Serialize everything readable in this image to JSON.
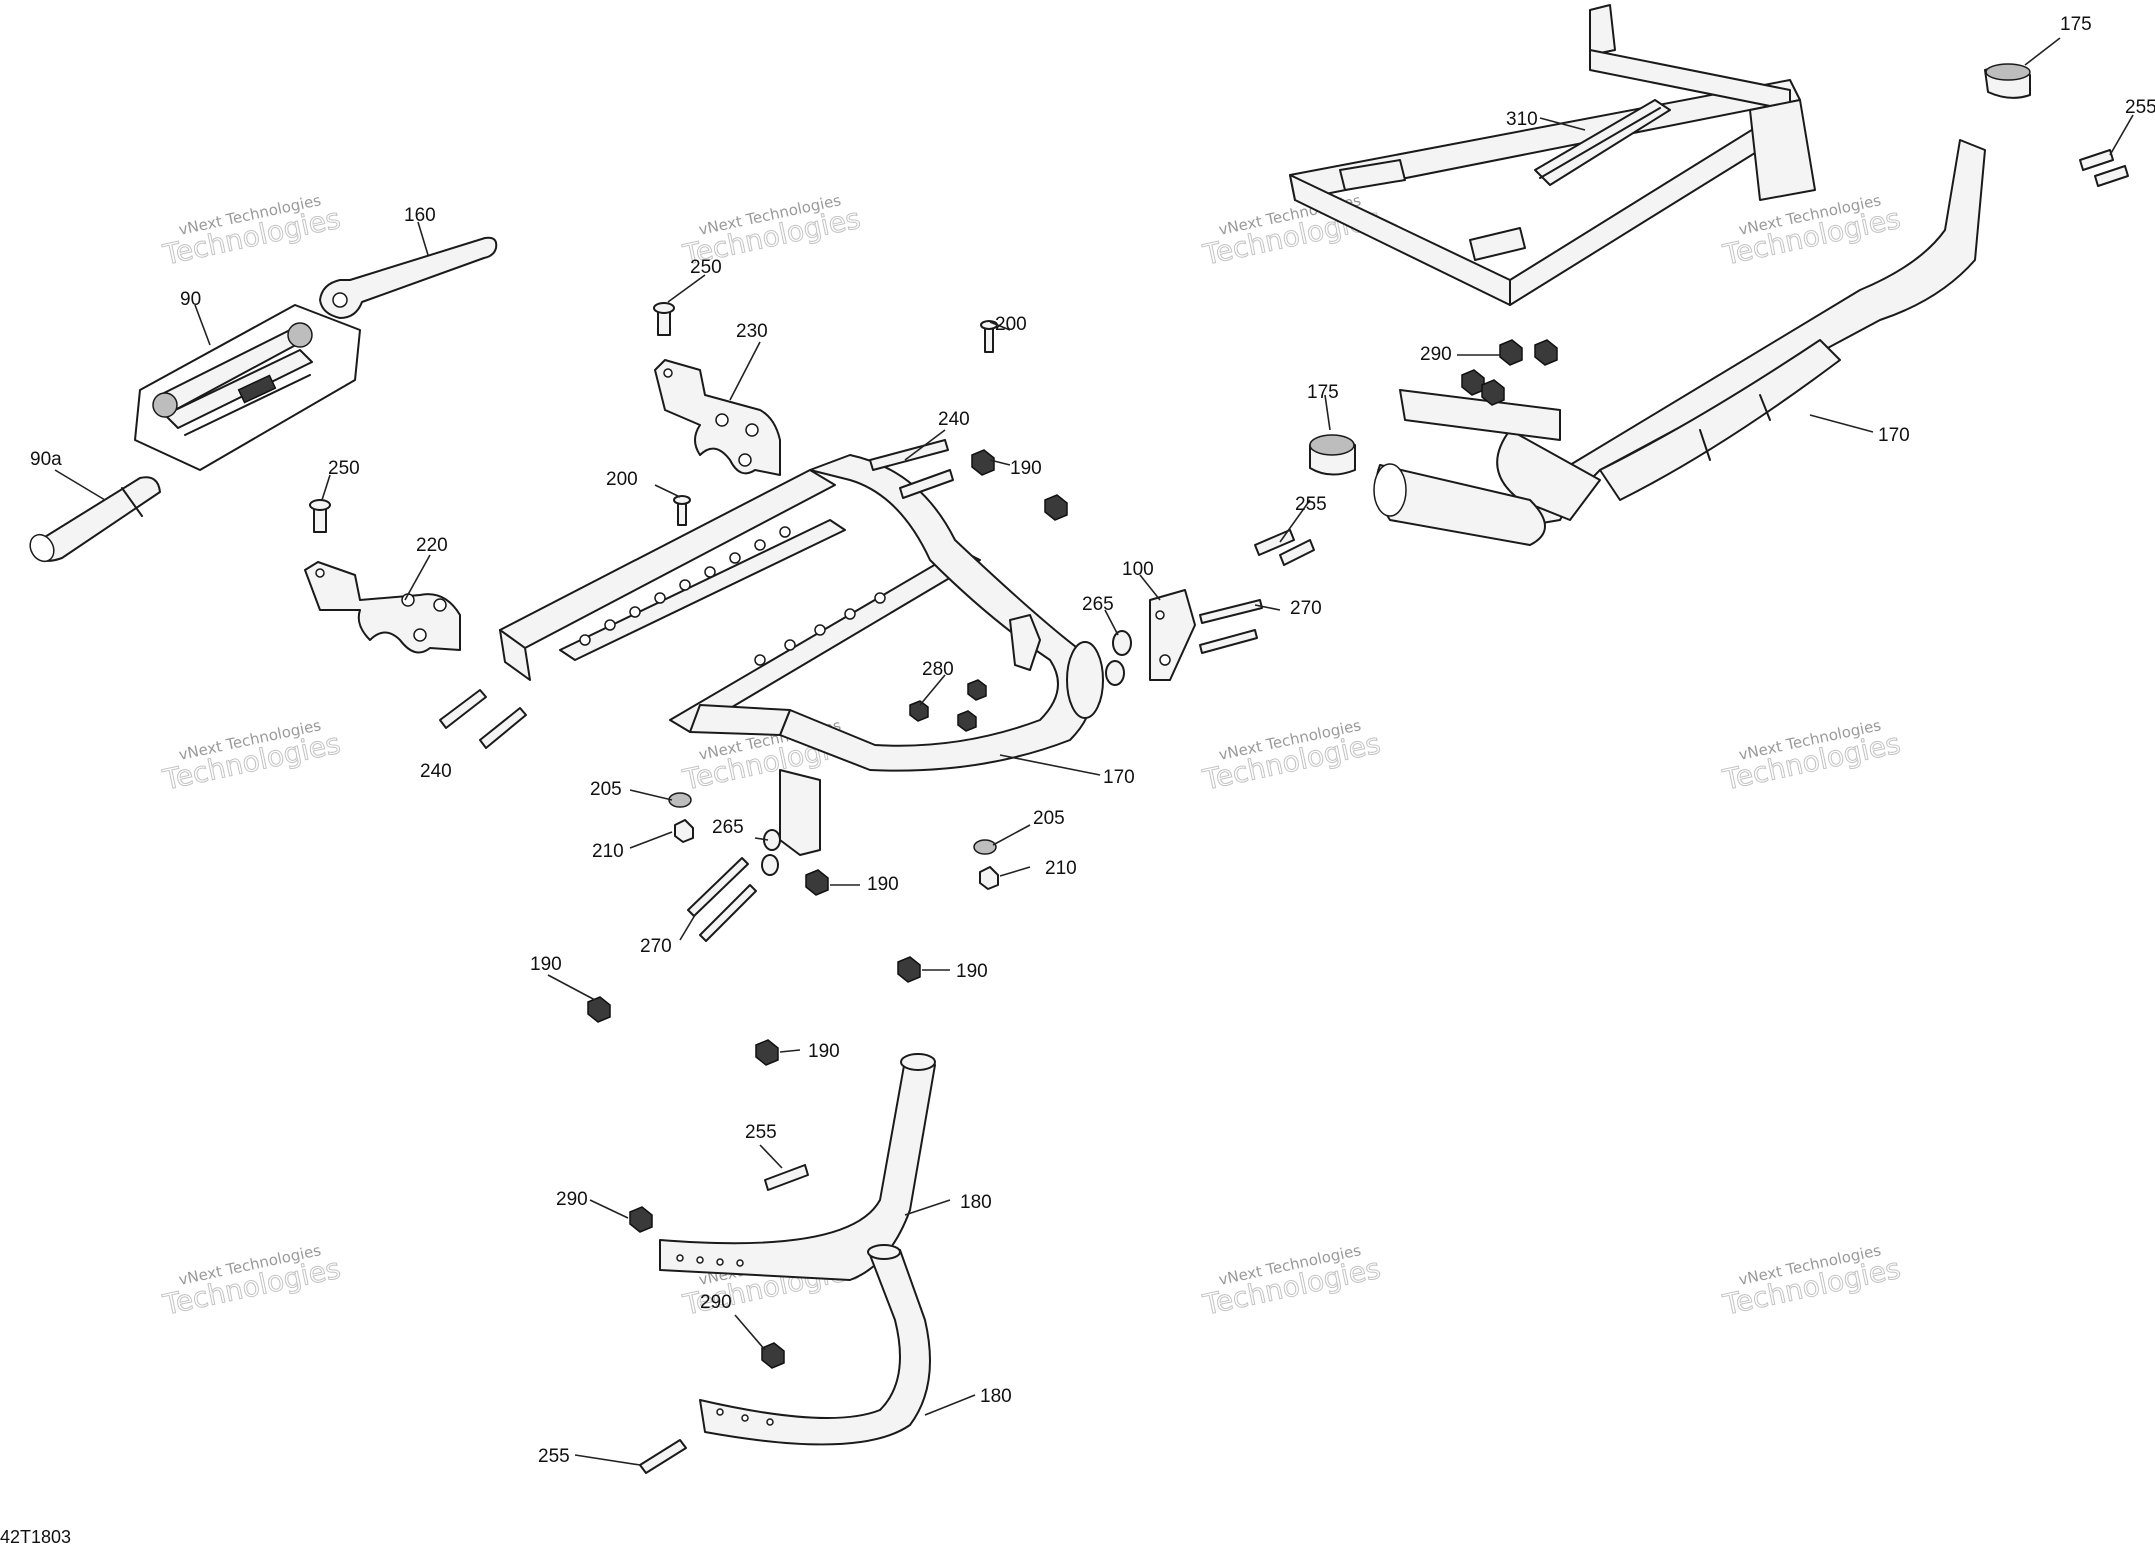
{
  "diagram_code": "42T1803",
  "watermark": {
    "line_small": "vNext Technologies",
    "line_big": "Technologies",
    "line_top": "vNext"
  },
  "callouts": {
    "c160": "160",
    "c90": "90",
    "c90a": "90a",
    "c250a": "250",
    "c250b": "250",
    "c230": "230",
    "c220": "220",
    "c200a": "200",
    "c200b": "200",
    "c240a": "240",
    "c240b": "240",
    "c190a": "190",
    "c190b": "190",
    "c190c": "190",
    "c190d": "190",
    "c190e": "190",
    "c100": "100",
    "c265a": "265",
    "c265b": "265",
    "c270a": "270",
    "c270b": "270",
    "c280": "280",
    "c170a": "170",
    "c170b": "170",
    "c205a": "205",
    "c205b": "205",
    "c210a": "210",
    "c210b": "210",
    "c175a": "175",
    "c175b": "175",
    "c255a": "255",
    "c255b": "255",
    "c255c": "255",
    "c255d": "255",
    "c290a": "290",
    "c290b": "290",
    "c290c": "290",
    "c310": "310",
    "c180a": "180",
    "c180b": "180"
  }
}
